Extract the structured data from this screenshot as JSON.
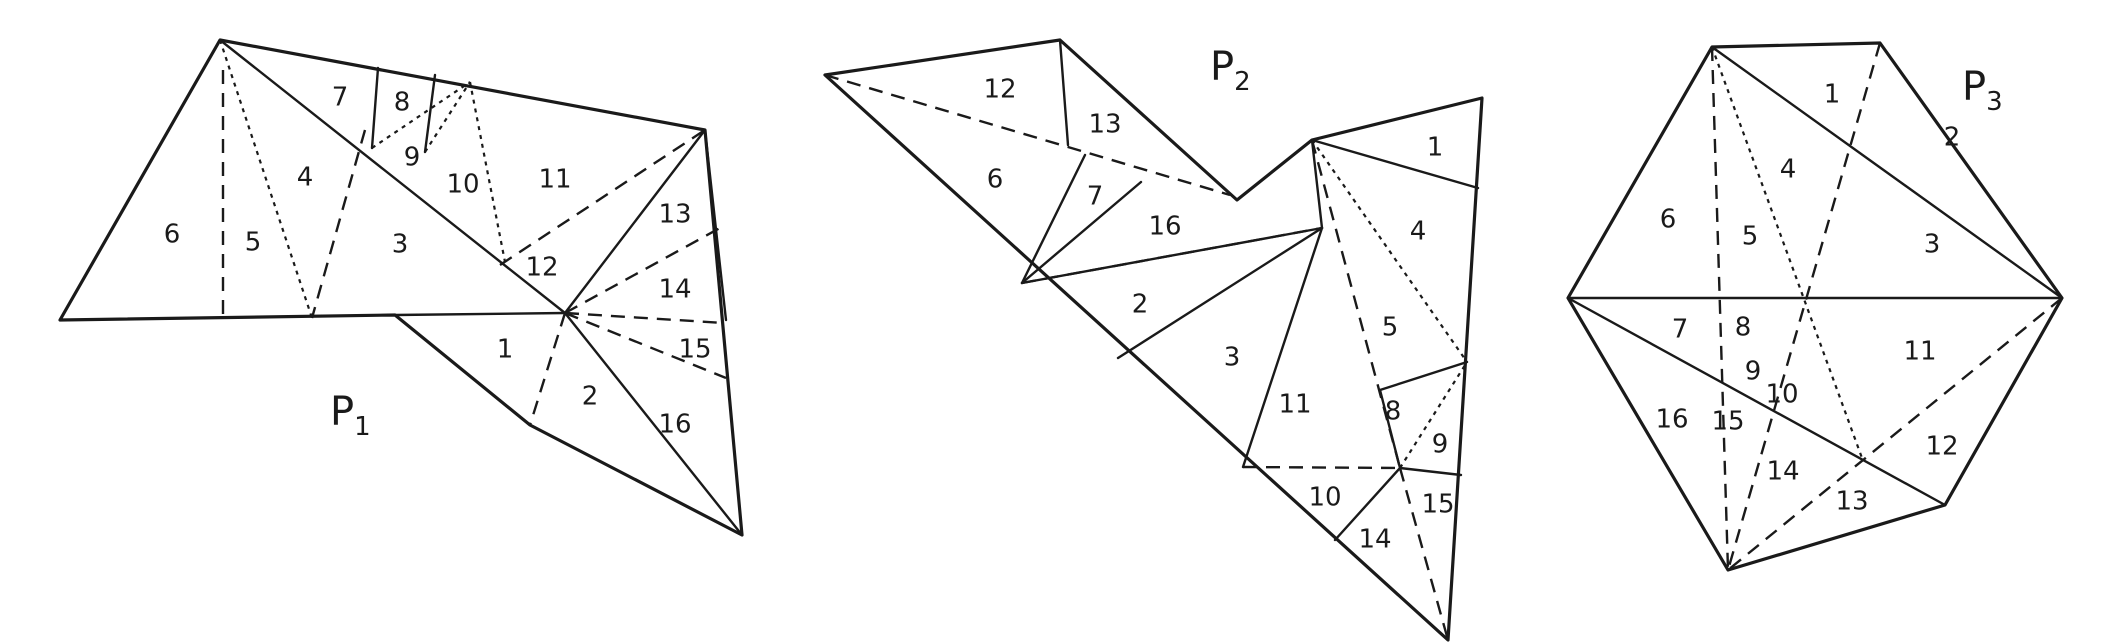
{
  "p1": {
    "title": "P",
    "title_sub": "1",
    "labels": [
      "1",
      "2",
      "3",
      "4",
      "5",
      "6",
      "7",
      "8",
      "9",
      "10",
      "11",
      "12",
      "13",
      "14",
      "15",
      "16"
    ]
  },
  "p2": {
    "title": "P",
    "title_sub": "2",
    "labels": [
      "1",
      "2",
      "3",
      "4",
      "5",
      "6",
      "7",
      "8",
      "9",
      "10",
      "11",
      "12",
      "13",
      "14",
      "15",
      "16"
    ]
  },
  "p3": {
    "title": "P",
    "title_sub": "3",
    "labels": [
      "1",
      "2",
      "3",
      "4",
      "5",
      "6",
      "7",
      "8",
      "9",
      "10",
      "11",
      "12",
      "13",
      "14",
      "15",
      "16"
    ]
  }
}
